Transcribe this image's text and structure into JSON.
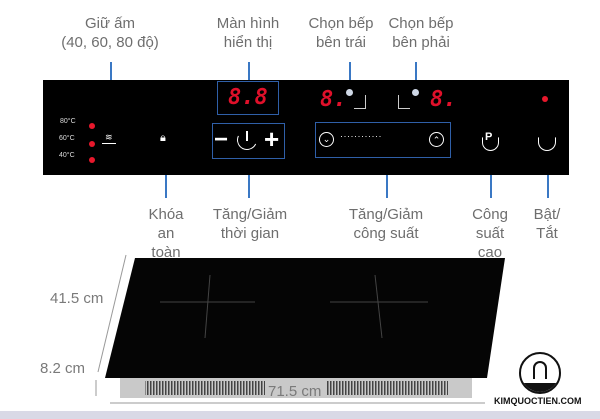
{
  "labels": {
    "keep_warm": [
      "Giữ ấm",
      "(40, 60, 80 độ)"
    ],
    "display": [
      "Màn hình",
      "hiển thị"
    ],
    "left_burner": [
      "Chọn bếp",
      "bên trái"
    ],
    "right_burner": [
      "Chọn bếp",
      "bên phải"
    ],
    "lock": [
      "Khóa",
      "an",
      "toàn"
    ],
    "timer": [
      "Tăng/Giảm",
      "thời gian"
    ],
    "power": [
      "Tăng/Giảm",
      "công suất"
    ],
    "boost": [
      "Công",
      "suất",
      "cao"
    ],
    "onoff": [
      "Bật/",
      "Tắt"
    ]
  },
  "panel": {
    "temps": [
      "80°C",
      "60°C",
      "40°C"
    ],
    "display_value": "8.8",
    "left_digit": "8.",
    "right_digit": "8.",
    "minus": "−",
    "plus": "+",
    "boost_symbol": "P",
    "slider_dots": "· · · · · · · · · · · ·"
  },
  "dimensions": {
    "depth": "41.5 cm",
    "height": "8.2 cm",
    "width": "71.5 cm"
  },
  "brand": "KIMQUOCTIEN.COM",
  "colors": {
    "accent_line": "#3a78c4",
    "led_red": "#e0102a",
    "panel": "#000000"
  }
}
